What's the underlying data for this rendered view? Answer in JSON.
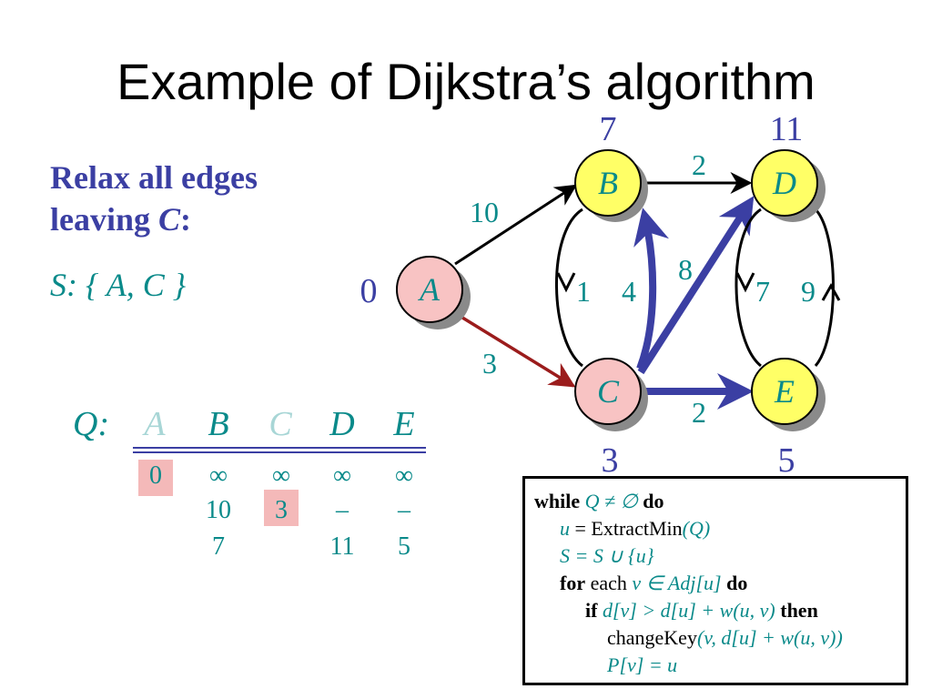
{
  "title": "Example of Dijkstra’s algorithm",
  "subtitle": {
    "line1": "Relax all edges",
    "line2_prefix": "leaving ",
    "line2_var": "C",
    "line2_suffix": ":"
  },
  "set_s": "S: { A, C }",
  "graph": {
    "nodes": [
      {
        "id": "A",
        "label": "A",
        "dist": "0",
        "fill": "#f8c3c3"
      },
      {
        "id": "B",
        "label": "B",
        "dist": "7",
        "fill": "#ffff66"
      },
      {
        "id": "C",
        "label": "C",
        "dist": "3",
        "fill": "#f8c3c3"
      },
      {
        "id": "D",
        "label": "D",
        "dist": "11",
        "fill": "#ffff66"
      },
      {
        "id": "E",
        "label": "E",
        "dist": "5",
        "fill": "#ffff66"
      }
    ],
    "edges": [
      {
        "from": "A",
        "to": "B",
        "weight": "10"
      },
      {
        "from": "A",
        "to": "C",
        "weight": "3"
      },
      {
        "from": "B",
        "to": "D",
        "weight": "2"
      },
      {
        "from": "B",
        "to": "C",
        "weight": "1"
      },
      {
        "from": "C",
        "to": "B",
        "weight": "4"
      },
      {
        "from": "C",
        "to": "D",
        "weight": "8"
      },
      {
        "from": "C",
        "to": "E",
        "weight": "2"
      },
      {
        "from": "D",
        "to": "E",
        "weight": "7"
      },
      {
        "from": "E",
        "to": "D",
        "weight": "9"
      }
    ],
    "colors": {
      "normal_edge": "#000000",
      "tree_edge": "#9b1c1c",
      "relaxed_edge": "#3b3fa3",
      "label": "#0a8a8a",
      "dist": "#3b3fa3"
    }
  },
  "queue": {
    "label": "Q:",
    "headers": [
      "A",
      "B",
      "C",
      "D",
      "E"
    ],
    "faded": [
      true,
      false,
      true,
      false,
      false
    ],
    "rows": [
      [
        "0",
        "∞",
        "∞",
        "∞",
        "∞"
      ],
      [
        "",
        "10",
        "3",
        "–",
        "–"
      ],
      [
        "",
        "7",
        "",
        "11",
        "5"
      ]
    ],
    "highlighted": [
      [
        0,
        0
      ],
      [
        1,
        2
      ]
    ]
  },
  "code": {
    "l1": {
      "kw1": "while",
      "expr": "Q ≠ ∅",
      "kw2": "do"
    },
    "l2": {
      "lhs": "u",
      "eq": " = ",
      "fn": "ExtractMin",
      "arg": "(Q)"
    },
    "l3": {
      "text": "S = S ∪ {u}"
    },
    "l4": {
      "kw1": "for",
      "mid": " each ",
      "expr": "v ∈ Adj[u]",
      "kw2": "do"
    },
    "l5": {
      "kw1": "if",
      "expr": "d[v] > d[u] + w(u, v)",
      "kw2": "then"
    },
    "l6": {
      "fn": "changeKey",
      "args": "(v, d[u] + w(u, v))"
    },
    "l7": {
      "text": "P[v] = u"
    }
  }
}
